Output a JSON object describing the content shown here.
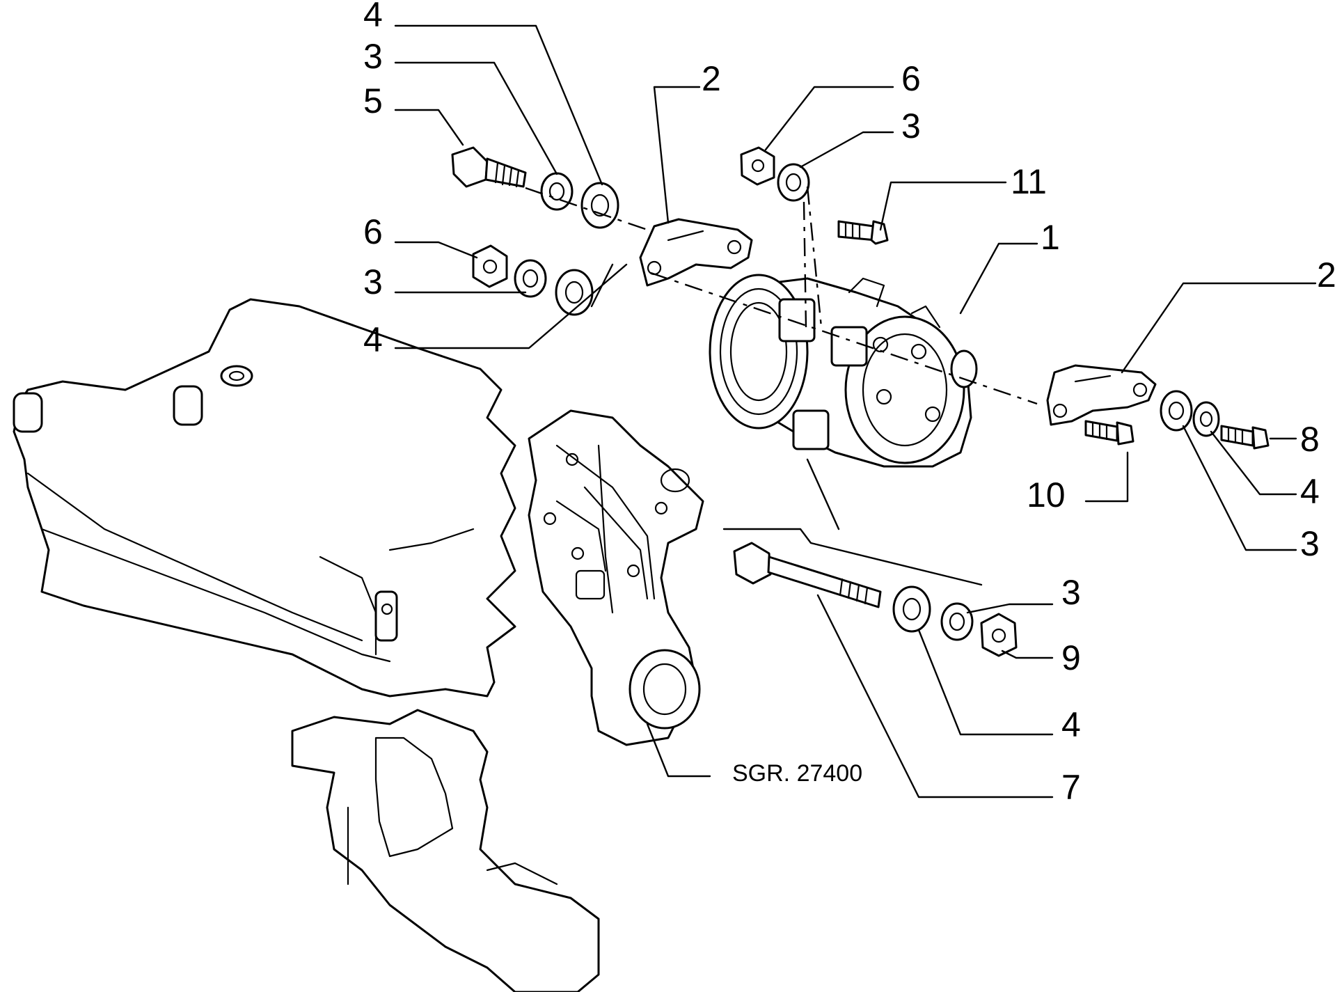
{
  "callouts": {
    "c4_top": "4",
    "c3_top": "3",
    "c5": "5",
    "c2_top": "2",
    "c6_top": "6",
    "c3_topmid": "3",
    "c11": "11",
    "c1": "1",
    "c6_mid": "6",
    "c3_mid": "3",
    "c4_mid": "4",
    "c2_right": "2",
    "c8": "8",
    "c4_right": "4",
    "c3_right": "3",
    "c10": "10",
    "c3_bottom": "3",
    "c9": "9",
    "c4_bottom": "4",
    "c7": "7"
  },
  "reference": "SGR. 27400"
}
